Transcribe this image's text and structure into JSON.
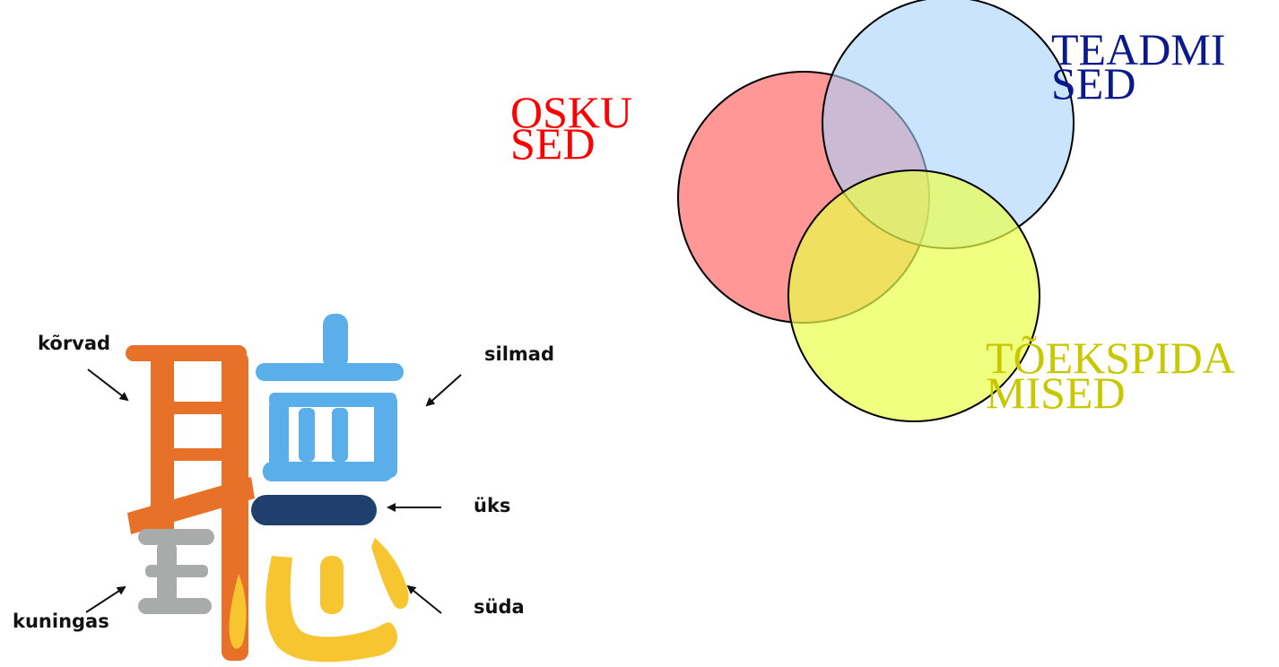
{
  "venn": {
    "skills": {
      "label_line1": "OSKU",
      "label_line2": "SED",
      "label_color": "#ff0000",
      "fill": "#ff6b6b"
    },
    "knowledge": {
      "label_line1": "TEADMI",
      "label_line2": "SED",
      "label_color": "#0a1a8c",
      "fill": "#a8d2fb"
    },
    "experiences": {
      "label_line1": "TÕEKSPIDA",
      "label_line2": "MISED",
      "label_color": "#c8c800",
      "fill": "#eaff4a"
    },
    "outline_color": "#000000"
  },
  "character": {
    "glyph": "聽",
    "colors": {
      "ear": "#e8712a",
      "king": "#a9abab",
      "eyes": "#5aaeea",
      "one": "#1f3f6e",
      "heart": "#f6c530"
    },
    "labels": {
      "ears": "kõrvad",
      "eyes": "silmad",
      "one": "üks",
      "king": "kuningas",
      "heart": "süda"
    }
  }
}
